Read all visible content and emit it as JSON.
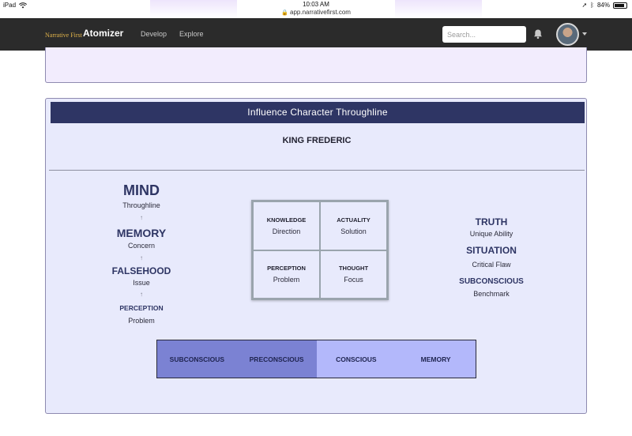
{
  "status_bar": {
    "device": "iPad",
    "time": "10:03 AM",
    "url": "app.narrativefirst.com",
    "battery": "84%",
    "battery_level": 0.84
  },
  "navbar": {
    "brand_small": "Narrative First",
    "brand_big": "Atomizer",
    "links": [
      "Develop",
      "Explore"
    ],
    "search_placeholder": "Search..."
  },
  "panel": {
    "title": "Influence Character Throughline",
    "character": "KING FREDERIC",
    "left_stack": [
      {
        "head": "MIND",
        "sub": "Throughline"
      },
      {
        "head": "MEMORY",
        "sub": "Concern"
      },
      {
        "head": "FALSEHOOD",
        "sub": "Issue"
      },
      {
        "head": "PERCEPTION",
        "sub": "Problem"
      }
    ],
    "arrow": "↑",
    "quad": [
      {
        "title": "KNOWLEDGE",
        "sub": "Direction"
      },
      {
        "title": "ACTUALITY",
        "sub": "Solution"
      },
      {
        "title": "PERCEPTION",
        "sub": "Problem"
      },
      {
        "title": "THOUGHT",
        "sub": "Focus"
      }
    ],
    "right_stack": [
      {
        "head": "TRUTH",
        "sub": "Unique Ability"
      },
      {
        "head": "SITUATION",
        "sub": "Critical Flaw"
      },
      {
        "head": "SUBCONSCIOUS",
        "sub": "Benchmark"
      }
    ],
    "bar": [
      {
        "label": "SUBCONSCIOUS",
        "color": "#7b82d3"
      },
      {
        "label": "PRECONSCIOUS",
        "color": "#7b82d3"
      },
      {
        "label": "CONSCIOUS",
        "color": "#b3b8fb"
      },
      {
        "label": "MEMORY",
        "color": "#b3b8fb"
      }
    ]
  },
  "colors": {
    "navbar": "#2b2b2b",
    "panel_header": "#2e3564",
    "panel_bg": "#e8eafc",
    "brand_accent": "#e0b34a"
  }
}
